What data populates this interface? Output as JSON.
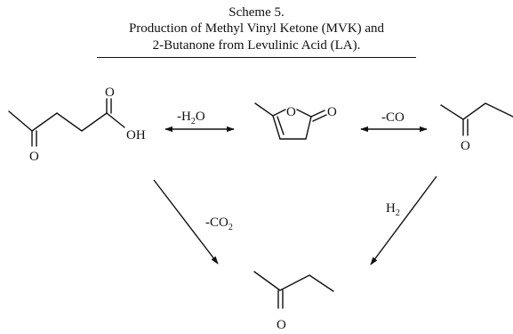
{
  "scheme": {
    "title": "Scheme 5.",
    "subtitle_line1": "Production of Methyl Vinyl Ketone (MVK) and",
    "subtitle_line2": "2-Butanone from Levulinic Acid (LA)."
  },
  "atoms": {
    "o": "O",
    "oh": "OH"
  },
  "reagents": {
    "dehydration": {
      "main": "-H",
      "sub": "2",
      "tail": "O"
    },
    "decarbonylation": {
      "main": "-CO"
    },
    "decarboxylation": {
      "main": "-CO",
      "sub": "2"
    },
    "hydrogenation": {
      "main": "H",
      "sub": "2"
    }
  },
  "colors": {
    "ink": "#111111",
    "background": "#ffffff"
  }
}
